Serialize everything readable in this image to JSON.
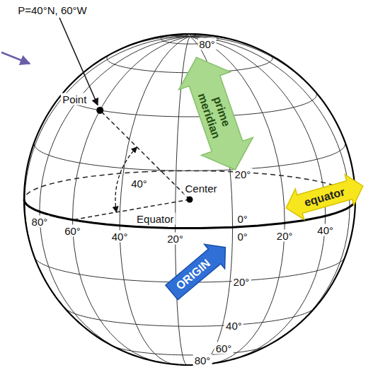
{
  "diagram": {
    "nodes": [
      {
        "text": [
          "prime meridian"
        ]
      },
      {
        "text": [
          "equator"
        ]
      },
      {
        "text": [
          "ORIGIN"
        ]
      }
    ],
    "labels": [
      "P=40°N, 60°W",
      "80°",
      "Point",
      "40°",
      "Center",
      "20°",
      "Equator",
      "0°",
      "80°",
      "60°",
      "40°",
      "20°",
      "0°",
      "20°",
      "40°",
      "60°",
      "80°",
      "20°",
      "40°"
    ]
  }
}
